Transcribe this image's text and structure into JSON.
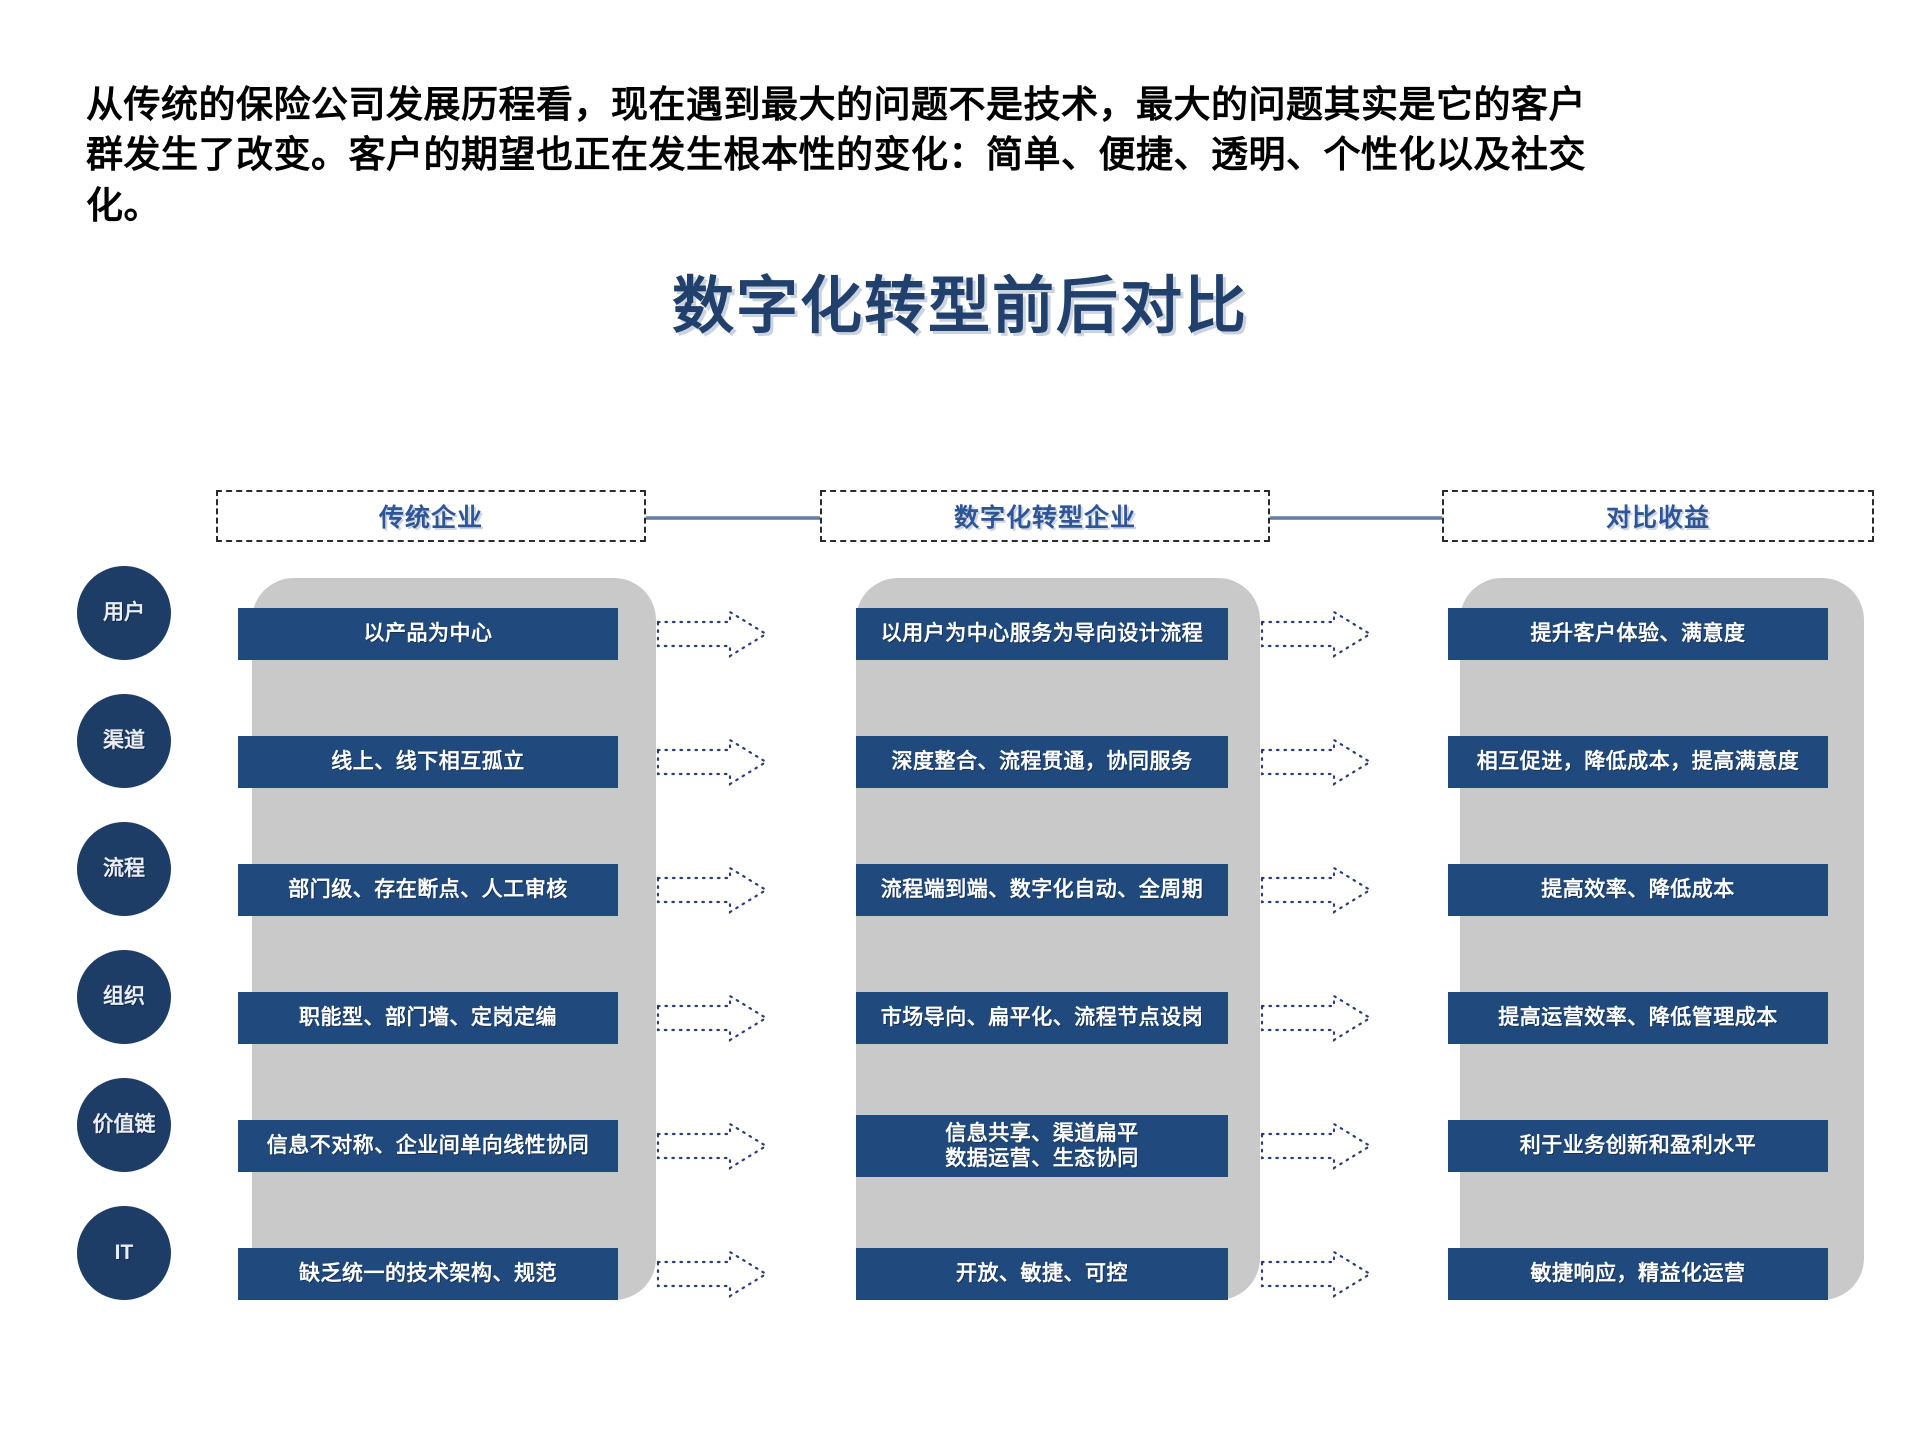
{
  "intro": {
    "paragraph": "从传统的保险公司发展历程看，现在遇到最大的问题不是技术，最大的问题其实是它的客户群发生了改变。客户的期望也正在发生根本性的变化：简单、便捷、透明、个性化以及社交化。"
  },
  "title": "数字化转型前后对比",
  "colors": {
    "title_navy": "#21406b",
    "header_blue": "#2f5597",
    "item_blue": "#20497d",
    "panel_grey": "#c9c9c9",
    "circle_navy": "#1d3c66",
    "connector_blue": "#5b7097"
  },
  "columns": [
    {
      "label": "传统企业"
    },
    {
      "label": "数字化转型企业"
    },
    {
      "label": "对比收益"
    }
  ],
  "categories": [
    {
      "label": "用户"
    },
    {
      "label": "渠道"
    },
    {
      "label": "流程"
    },
    {
      "label": "组织"
    },
    {
      "label": "价值链"
    },
    {
      "label": "IT"
    }
  ],
  "rows": [
    {
      "category": "用户",
      "traditional": "以产品为中心",
      "digital": "以用户为中心服务为导向设计流程",
      "benefit": "提升客户体验、满意度"
    },
    {
      "category": "渠道",
      "traditional": "线上、线下相互孤立",
      "digital": "深度整合、流程贯通，协同服务",
      "benefit": "相互促进，降低成本，提高满意度"
    },
    {
      "category": "流程",
      "traditional": "部门级、存在断点、人工审核",
      "digital": "流程端到端、数字化自动、全周期",
      "benefit": "提高效率、降低成本"
    },
    {
      "category": "组织",
      "traditional": "职能型、部门墙、定岗定编",
      "digital": "市场导向、扁平化、流程节点设岗",
      "benefit": "提高运营效率、降低管理成本"
    },
    {
      "category": "价值链",
      "traditional": "信息不对称、企业间单向线性协同",
      "digital": "信息共享、渠道扁平\n数据运营、生态协同",
      "benefit": "利于业务创新和盈利水平"
    },
    {
      "category": "IT",
      "traditional": "缺乏统一的技术架构、规范",
      "digital": "开放、敏捷、可控",
      "benefit": "敏捷响应，精益化运营"
    }
  ]
}
